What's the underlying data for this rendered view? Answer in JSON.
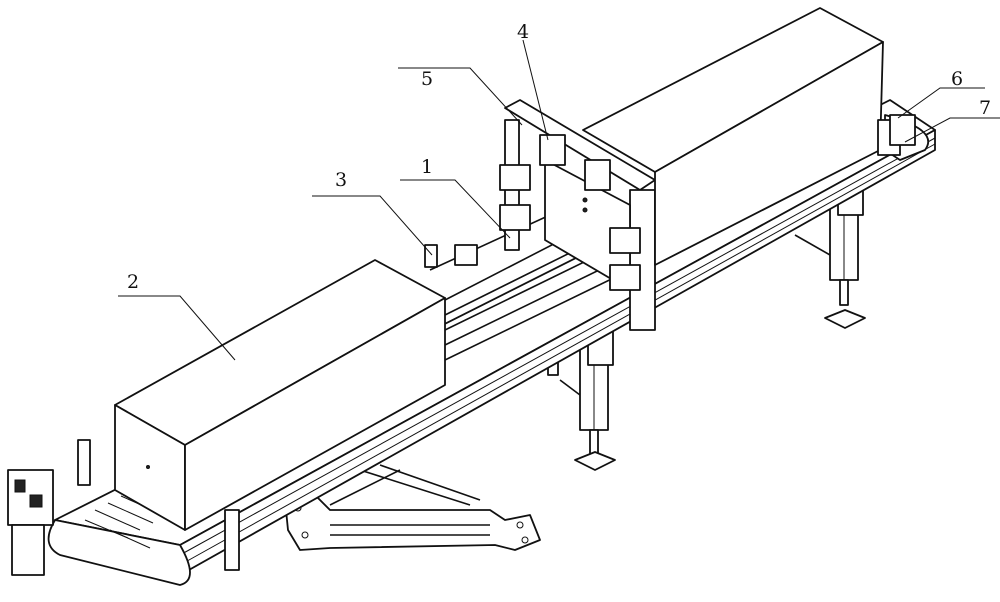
{
  "figure": {
    "labels": [
      {
        "id": "label-1",
        "text": "1"
      },
      {
        "id": "label-2",
        "text": "2"
      },
      {
        "id": "label-3",
        "text": "3"
      },
      {
        "id": "label-4",
        "text": "4"
      },
      {
        "id": "label-5",
        "text": "5"
      },
      {
        "id": "label-6",
        "text": "6"
      },
      {
        "id": "label-7",
        "text": "7"
      }
    ]
  }
}
